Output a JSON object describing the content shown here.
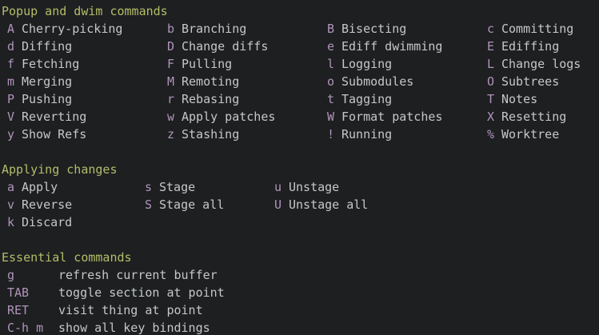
{
  "app": "magit-popup-help-buffer",
  "theme": {
    "background": "#1d1f21",
    "foreground": "#c5c8c6",
    "header_color": "#b5bd68",
    "key_color": "#b294bb"
  },
  "sections": [
    {
      "id": "popup-and-dwim-commands",
      "title": "Popup and dwim commands",
      "key_x": [
        9,
        209,
        409,
        609
      ],
      "label_dx": 18,
      "rows": [
        [
          {
            "key": "A",
            "label": "Cherry-picking"
          },
          {
            "key": "b",
            "label": "Branching"
          },
          {
            "key": "B",
            "label": "Bisecting"
          },
          {
            "key": "c",
            "label": "Committing"
          }
        ],
        [
          {
            "key": "d",
            "label": "Diffing"
          },
          {
            "key": "D",
            "label": "Change diffs"
          },
          {
            "key": "e",
            "label": "Ediff dwimming"
          },
          {
            "key": "E",
            "label": "Ediffing"
          }
        ],
        [
          {
            "key": "f",
            "label": "Fetching"
          },
          {
            "key": "F",
            "label": "Pulling"
          },
          {
            "key": "l",
            "label": "Logging"
          },
          {
            "key": "L",
            "label": "Change logs"
          }
        ],
        [
          {
            "key": "m",
            "label": "Merging"
          },
          {
            "key": "M",
            "label": "Remoting"
          },
          {
            "key": "o",
            "label": "Submodules"
          },
          {
            "key": "O",
            "label": "Subtrees"
          }
        ],
        [
          {
            "key": "P",
            "label": "Pushing"
          },
          {
            "key": "r",
            "label": "Rebasing"
          },
          {
            "key": "t",
            "label": "Tagging"
          },
          {
            "key": "T",
            "label": "Notes"
          }
        ],
        [
          {
            "key": "V",
            "label": "Reverting"
          },
          {
            "key": "w",
            "label": "Apply patches"
          },
          {
            "key": "W",
            "label": "Format patches"
          },
          {
            "key": "X",
            "label": "Resetting"
          }
        ],
        [
          {
            "key": "y",
            "label": "Show Refs"
          },
          {
            "key": "z",
            "label": "Stashing"
          },
          {
            "key": "!",
            "label": "Running"
          },
          {
            "key": "%",
            "label": "Worktree"
          }
        ]
      ]
    },
    {
      "id": "applying-changes",
      "title": "Applying changes",
      "key_x": [
        9,
        181,
        343
      ],
      "label_dx": 18,
      "rows": [
        [
          {
            "key": "a",
            "label": "Apply"
          },
          {
            "key": "s",
            "label": "Stage"
          },
          {
            "key": "u",
            "label": "Unstage"
          }
        ],
        [
          {
            "key": "v",
            "label": "Reverse"
          },
          {
            "key": "S",
            "label": "Stage all"
          },
          {
            "key": "U",
            "label": "Unstage all"
          }
        ],
        [
          {
            "key": "k",
            "label": "Discard"
          }
        ]
      ]
    },
    {
      "id": "essential-commands",
      "title": "Essential commands",
      "key_x": [
        9
      ],
      "label_dx": 64,
      "rows": [
        [
          {
            "key": "g",
            "label": "refresh current buffer"
          }
        ],
        [
          {
            "key": "TAB",
            "label": "toggle section at point"
          }
        ],
        [
          {
            "key": "RET",
            "label": "visit thing at point"
          }
        ],
        [
          {
            "key": "C-h m",
            "label": "show all key bindings"
          }
        ]
      ]
    }
  ]
}
